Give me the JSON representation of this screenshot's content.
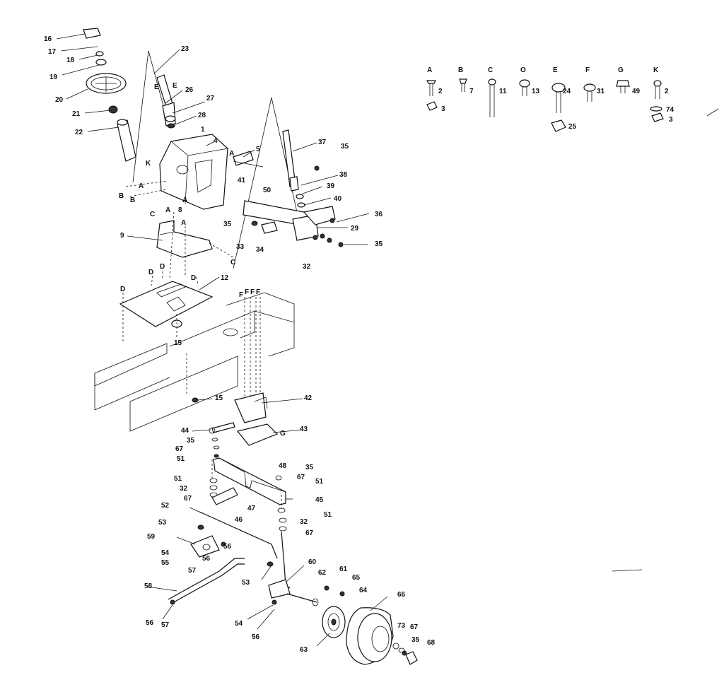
{
  "callouts": [
    "16",
    "17",
    "18",
    "19",
    "20",
    "21",
    "22",
    "23",
    "26",
    "27",
    "28",
    "1",
    "4",
    "5",
    "K",
    "E",
    "E",
    "B",
    "B",
    "A",
    "A",
    "A",
    "8",
    "C",
    "A",
    "9",
    "A",
    "C",
    "D",
    "D",
    "D",
    "D",
    "12",
    "15",
    "37",
    "35",
    "38",
    "39",
    "40",
    "50",
    "41",
    "36",
    "35",
    "29",
    "33",
    "34",
    "32",
    "35",
    "F",
    "F",
    "F",
    "F",
    "42",
    "15",
    "44",
    "43",
    "G",
    "35",
    "67",
    "51",
    "48",
    "35",
    "67",
    "51",
    "51",
    "32",
    "67",
    "47",
    "45",
    "46",
    "51",
    "32",
    "67",
    "52",
    "53",
    "59",
    "56",
    "54",
    "55",
    "56",
    "57",
    "53",
    "60",
    "62",
    "61",
    "65",
    "64",
    "58",
    "56",
    "57",
    "54",
    "56",
    "66",
    "73",
    "67",
    "35",
    "68",
    "63"
  ],
  "hardware": [
    {
      "letter": "A",
      "part": "2",
      "extra": "3"
    },
    {
      "letter": "B",
      "part": "7",
      "extra": ""
    },
    {
      "letter": "C",
      "part": "11",
      "extra": ""
    },
    {
      "letter": "O",
      "part": "13",
      "extra": ""
    },
    {
      "letter": "E",
      "part": "24",
      "extra": "25"
    },
    {
      "letter": "F",
      "part": "31",
      "extra": ""
    },
    {
      "letter": "G",
      "part": "49",
      "extra": ""
    },
    {
      "letter": "K",
      "part": "2",
      "extra": "74"
    },
    {
      "letter": "",
      "part": "",
      "extra": "3"
    }
  ]
}
